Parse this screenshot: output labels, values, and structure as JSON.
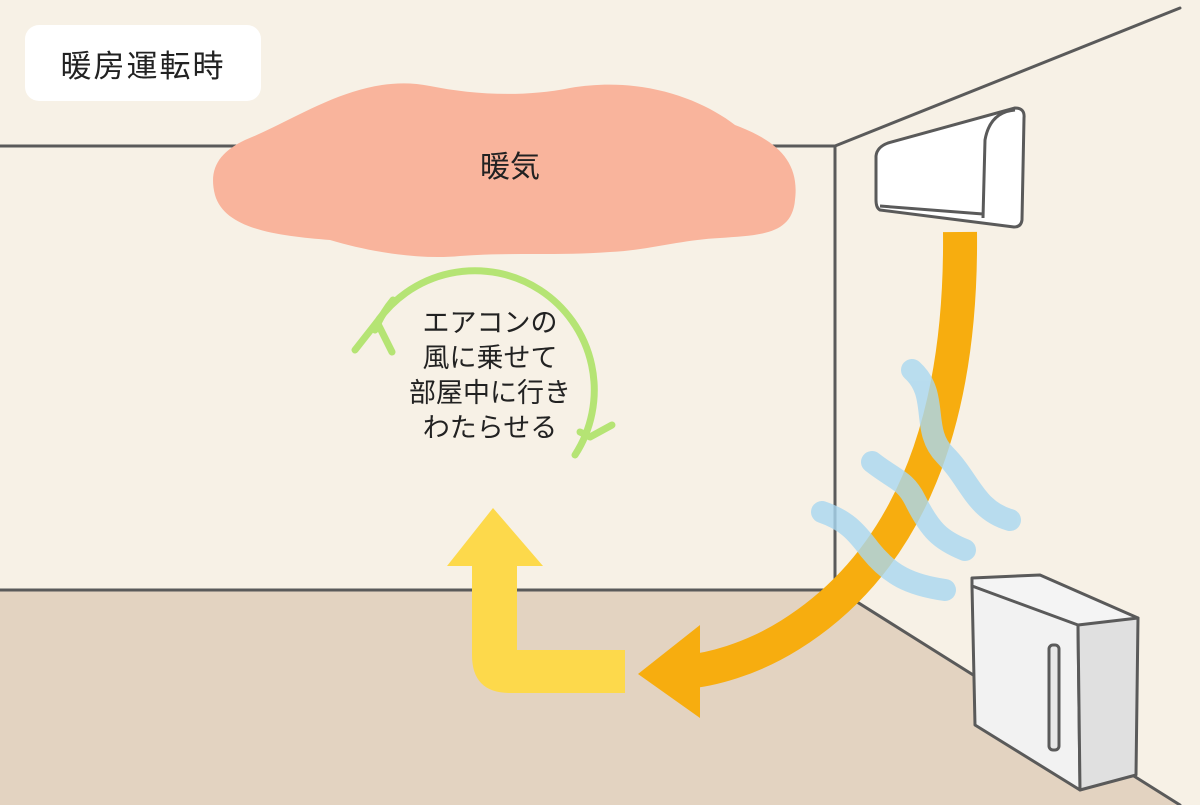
{
  "mode": {
    "label": "暖房運転時"
  },
  "cloud": {
    "label": "暖気"
  },
  "circulation": {
    "lines": [
      "エアコンの",
      "風に乗せて",
      "部屋中に行き",
      "わたらせる"
    ]
  },
  "colors": {
    "wall": "#f7f1e6",
    "floor": "#e3d3c1",
    "warm_air": "#f9b49c",
    "airflow_arrow": "#f7ad0f",
    "return_arrow": "#fdd94b",
    "circulation_ring": "#b5e474",
    "humidifier_steam": "#a9d8f0",
    "outline": "#5a5a5a"
  },
  "icons": [
    "air-conditioner-icon",
    "humidifier-icon",
    "steam-icon",
    "cycle-arrow-icon"
  ]
}
